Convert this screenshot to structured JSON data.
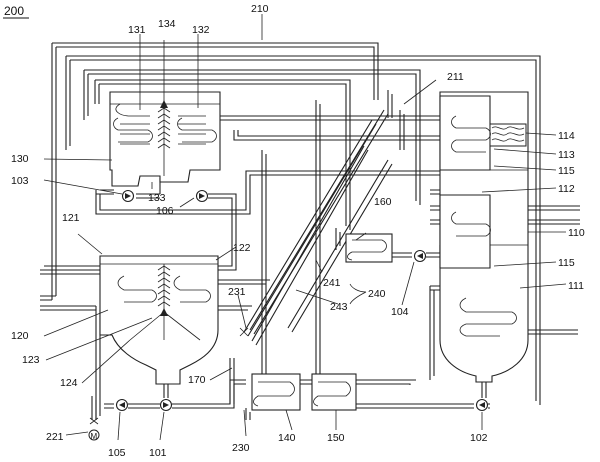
{
  "figure": {
    "number": "200"
  },
  "labels": {
    "l210": "210",
    "l131": "131",
    "l134": "134",
    "l132": "132",
    "l211": "211",
    "l114": "114",
    "l113": "113",
    "l130": "130",
    "l115a": "115",
    "l103": "103",
    "l133": "133",
    "l106": "106",
    "l112": "112",
    "l160": "160",
    "l121": "121",
    "l122": "122",
    "l110": "110",
    "l115b": "115",
    "l111": "111",
    "l241": "241",
    "l240": "240",
    "l243": "243",
    "l104": "104",
    "l231": "231",
    "l120": "120",
    "l123": "123",
    "l170": "170",
    "l124": "124",
    "l221": "221",
    "l105": "105",
    "l101": "101",
    "l230": "230",
    "l140": "140",
    "l150": "150",
    "l102": "102",
    "motor": "M"
  }
}
